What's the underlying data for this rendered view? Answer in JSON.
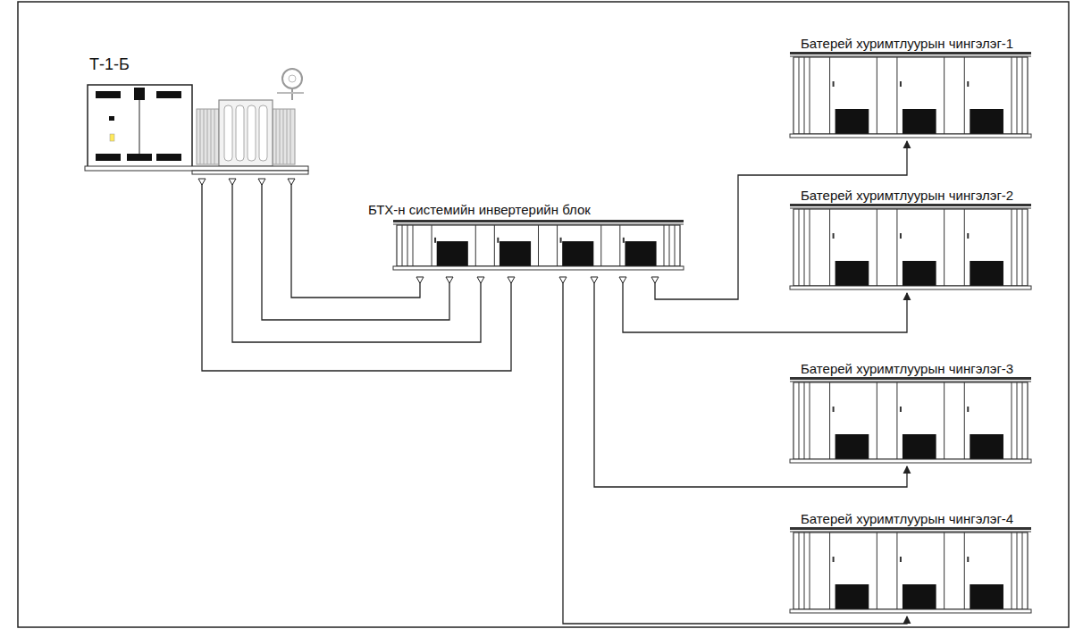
{
  "diagram": {
    "nodes": [
      {
        "text": [
          "Т-1-Б"
        ]
      },
      {
        "text": [
          "БТХ-н системийн инвертерийн блок"
        ]
      },
      {
        "text": [
          "Батерей хуримтлуурын чингэлэг-1"
        ]
      },
      {
        "text": [
          "Батерей хуримтлуурын чингэлэг-2"
        ]
      },
      {
        "text": [
          "Батерей хуримтлуурын чингэлэг-3"
        ]
      },
      {
        "text": [
          "Батерей хуримтлуурын чингэлэг-4"
        ]
      }
    ],
    "edges": [
      {
        "from": 0,
        "to": 1,
        "arrow": "none"
      },
      {
        "from": 0,
        "to": 1,
        "arrow": "none"
      },
      {
        "from": 0,
        "to": 1,
        "arrow": "none"
      },
      {
        "from": 0,
        "to": 1,
        "arrow": "none"
      },
      {
        "from": 1,
        "to": 2,
        "arrow": "to"
      },
      {
        "from": 1,
        "to": 3,
        "arrow": "to"
      },
      {
        "from": 1,
        "to": 4,
        "arrow": "to"
      },
      {
        "from": 1,
        "to": 5,
        "arrow": "to"
      }
    ]
  }
}
